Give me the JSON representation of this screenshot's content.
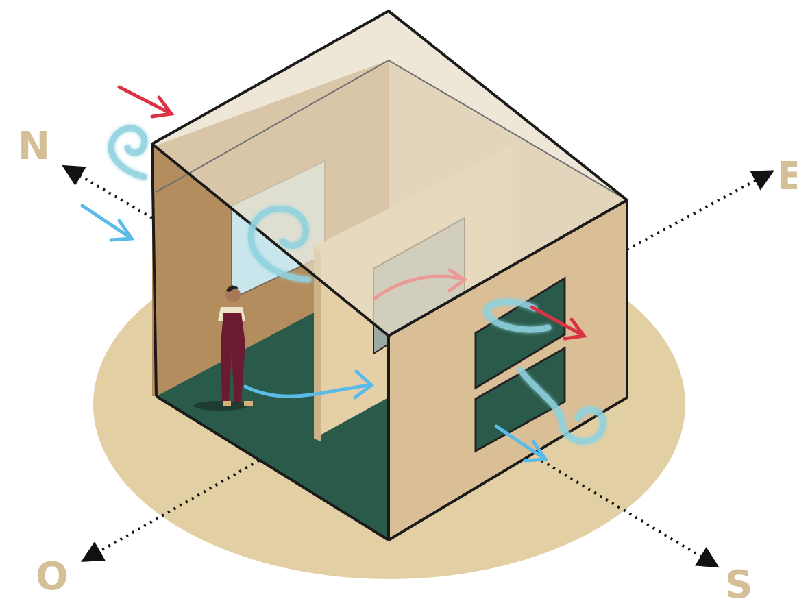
{
  "compass": {
    "north": "N",
    "east": "E",
    "south": "S",
    "west": "O"
  },
  "colors": {
    "compass_text": "#d4bf96",
    "ground": "#e3cfa4",
    "wall_outer": "#d9be96",
    "wall_inner": "#b48d5e",
    "floor": "#2a5a4a",
    "roof": "#e8dcc6",
    "warm_air": "#d93345",
    "cool_air": "#5bbbe8",
    "wind": "#8fd2df",
    "person_outfit": "#6b1a32"
  },
  "icons": [
    "wind-swirl-icon",
    "warm-air-arrow-icon",
    "cool-air-arrow-icon",
    "person-icon"
  ]
}
